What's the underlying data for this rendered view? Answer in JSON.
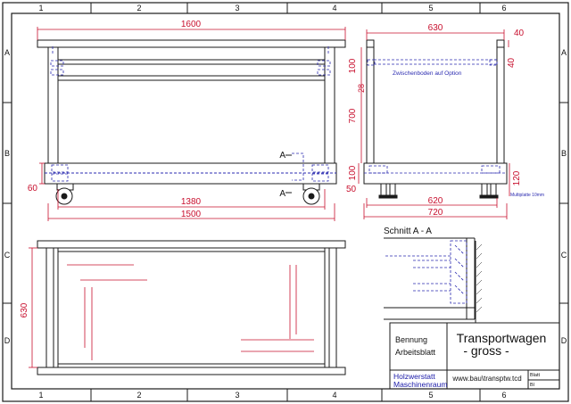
{
  "frame": {
    "column_labels": [
      "1",
      "2",
      "3",
      "4",
      "5",
      "6"
    ],
    "row_labels": [
      "A",
      "B",
      "C",
      "D"
    ]
  },
  "front_view": {
    "width_total": "1600",
    "height_side": "60",
    "width_inner": "1380",
    "width_outer": "1500",
    "section_marker_top": "A",
    "section_marker_bottom": "A"
  },
  "side_view": {
    "depth_total": "630",
    "post_size": "40",
    "post_size_right": "40",
    "shelf_height": "100",
    "shelf_offset": "28",
    "leg_height": "700",
    "base_height": "100",
    "base_offset": "50",
    "wheel_height": "120",
    "shelf_note": "Zwischenboden auf Option",
    "plate_note": "Multiplatte 10mm",
    "depth_inner": "620",
    "depth_outer": "720"
  },
  "top_view": {
    "depth": "630"
  },
  "section": {
    "title": "Schnitt A - A"
  },
  "title_block": {
    "label_name": "Bennung",
    "label_sheet": "Arbeitsblatt",
    "title_line1": "Transportwagen",
    "title_line2": "- gross -",
    "workshop_line1": "Holzwerstatt",
    "workshop_line2": "Maschinenraum",
    "filename": "www.bau\\transptw.tcd",
    "sheet_label": "Blatt",
    "sheet_value": "Bl"
  },
  "colors": {
    "outline": "#1a1a1a",
    "dimension": "#c8102e",
    "hidden_line": "#2b2bb0",
    "paper": "#ffffff"
  }
}
